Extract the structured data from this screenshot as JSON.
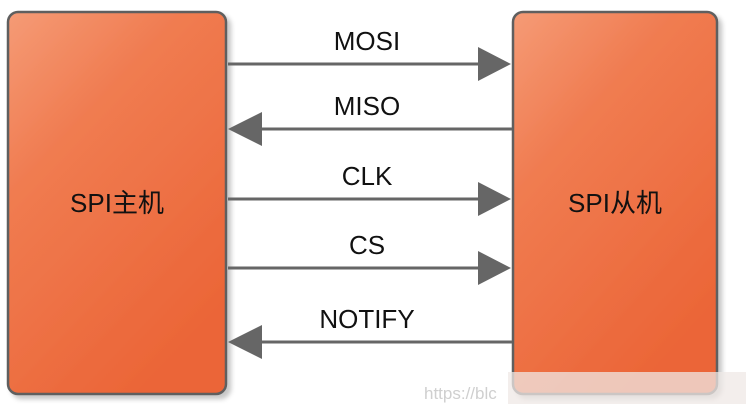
{
  "diagram": {
    "master_label": "SPI主机",
    "slave_label": "SPI从机",
    "signals": [
      {
        "label": "MOSI",
        "direction": "to-slave"
      },
      {
        "label": "MISO",
        "direction": "to-master"
      },
      {
        "label": "CLK",
        "direction": "to-slave"
      },
      {
        "label": "CS",
        "direction": "to-slave"
      },
      {
        "label": "NOTIFY",
        "direction": "to-master"
      }
    ],
    "watermark": "https://blc"
  },
  "colors": {
    "box_fill_light": "#F28F68",
    "box_fill_dark": "#EE6A3F",
    "box_border": "#5E5E5E",
    "arrow": "#666666",
    "text": "#111111"
  }
}
